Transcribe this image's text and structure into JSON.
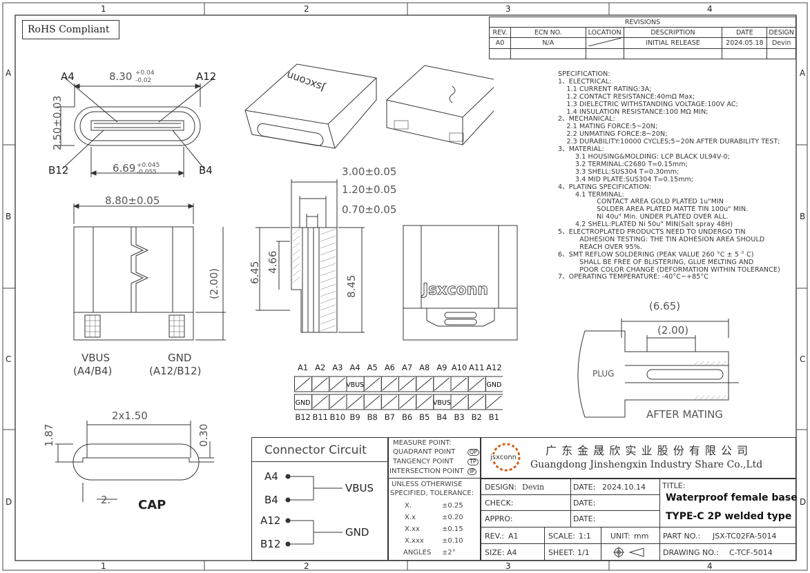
{
  "frame": {
    "columns": [
      "1",
      "2",
      "3",
      "4"
    ],
    "rows": [
      "A",
      "B",
      "C",
      "D"
    ]
  },
  "rohs": "RoHS Compliant",
  "revisions": {
    "title": "REVISIONS",
    "headers": [
      "REV.",
      "ECN NO.",
      "LOCATION",
      "DESCRIPTION",
      "DATE",
      "DESIGN"
    ],
    "rows": [
      [
        "A0",
        "N/A",
        "",
        "INITIAL RELEASE",
        "2024.05.18",
        "Devin"
      ]
    ]
  },
  "spec_lines": [
    "SPECIFICATION:",
    "1、ELECTRICAL:",
    "  1.1 CURRENT RATING:3A;",
    "  1.2 CONTACT RESISTANCE:40mΩ Max;",
    "  1.3 DIELECTRIC WITHSTANDING VOLTAGE:100V AC;",
    "  1.4 INSULATION RESISTANCE:100 MΩ MIN;",
    "2、MECHANICAL:",
    "  2.1 MATING FORCE:5~20N;",
    "  2.2 UNMATING FORCE:8~20N;",
    "  2.3 DURABILITY:10000 CYCLES;5~20N AFTER DURABILITY TEST;",
    "3、MATERIAL:",
    "    3.1 HOUSING&MOLDING: LCP BLACK UL94V-0;",
    "    3.2 TERMINAL:C2680 T=0.15mm;",
    "    3.3 SHELL:SUS304 T=0.30mm;",
    "    3.4 MID PLATE:SUS304 T=0.15mm;",
    "4、PLATING SPECIFICATION:",
    "    4.1 TERMINAL:",
    "         CONTACT AREA GOLD PLATED 1u\"MIN",
    "         SOLDER AREA PLATED MATTE TIN 100u\" MIN.",
    "         Ni 40u\" Min. UNDER PLATED OVER ALL.",
    "    4.2 SHELL:PLATED Ni 50u\" MIN(Salt spray 48H)",
    "5、ELECTROPLATED PRODUCTS NEED TO UNDERGO TIN",
    "     ADHESION TESTING: THE TIN ADHESION AREA SHOULD",
    "     REACH OVER 95%.",
    "6、SMT REFLOW SOLDERING (PEAK VALUE 260 °C ± 5 ° C)",
    "     SHALL BE FREE OF BLISTERING, GLUE MELTING AND",
    "     POOR COLOR CHANGE (DEFORMATION WITHIN TOLERANCE)",
    "7、OPERATING TEMPERATURE: -40°C~+85°C"
  ],
  "dims": {
    "front_width": "8.30",
    "front_width_tol_plus": "+0.04",
    "front_width_tol_minus": "-0.02",
    "front_height": "2.50±0.03",
    "inner_width": "6.69",
    "inner_width_tol_plus": "+0.045",
    "inner_width_tol_minus": "-0.055",
    "front_a4": "A4",
    "front_a12": "A12",
    "front_b12": "B12",
    "front_b4": "B4",
    "side_width": "8.80±0.05",
    "side_height": "(2.00)",
    "sec_d1": "3.00±0.05",
    "sec_d2": "1.20±0.05",
    "sec_d3": "0.70±0.05",
    "sec_h1": "6.45",
    "sec_h2": "4.66",
    "sec_h3": "8.45",
    "mate_d1": "(6.65)",
    "mate_d2": "(2.00)",
    "cap_w": "2x1.50",
    "cap_h": "1.87",
    "cap_t": "0.30",
    "cap_r": "2."
  },
  "pad_labels": {
    "vbus": "VBUS",
    "vbus_pins": "(A4/B4)",
    "gnd": "GND",
    "gnd_pins": "(A12/B12)"
  },
  "brand_mark": "Jsxconn",
  "pinout": {
    "top_pins": [
      "A1",
      "A2",
      "A3",
      "A4",
      "A5",
      "A6",
      "A7",
      "A8",
      "A9",
      "A10",
      "A11",
      "A12"
    ],
    "bottom_pins": [
      "B12",
      "B11",
      "B10",
      "B9",
      "B8",
      "B7",
      "B6",
      "B5",
      "B4",
      "B3",
      "B2",
      "B1"
    ],
    "top_cells": [
      "",
      "",
      "",
      "VBUS",
      "",
      "",
      "",
      "",
      "",
      "",
      "",
      "GND"
    ],
    "bottom_cells": [
      "GND",
      "",
      "",
      "",
      "",
      "",
      "",
      "",
      "VBUS",
      "",
      "",
      ""
    ]
  },
  "mating": {
    "plug": "PLUG",
    "caption": "AFTER MATING"
  },
  "cap_label": "CAP",
  "circuit": {
    "title": "Connector Circuit",
    "a4": "A4",
    "b4": "B4",
    "a12": "A12",
    "b12": "B12",
    "vbus": "VBUS",
    "gnd": "GND"
  },
  "measure": {
    "lines": [
      "MEASURE POINT:",
      "QUADRANT POINT",
      "TANGENCY POINT",
      "INTERSECTION POINT"
    ],
    "badges": [
      "QP",
      "TP",
      "IP"
    ]
  },
  "tolerance": {
    "head1": "UNLESS OTHERWISE",
    "head2": "SPECIFIED, TOLERANCE:",
    "rows": [
      [
        "X.",
        "±0.25"
      ],
      [
        "X.x",
        "±0.20"
      ],
      [
        "X.xx",
        "±0.15"
      ],
      [
        "X.xxx",
        "±0.10"
      ],
      [
        "ANGLES",
        "±2°"
      ]
    ]
  },
  "company": {
    "logo_text": "jsxconn",
    "name_cn": "广 东 金 晟 欣 实 业 股 份 有 限 公 司",
    "name_en": "Guangdong Jinshengxin Industry Share Co.,Ltd"
  },
  "title_block": {
    "design_label": "DESIGN:",
    "design_value": "Devin",
    "date_label": "DATE:",
    "date_value": "2024.10.14",
    "check_label": "CHECK:",
    "check_date_label": "DATE:",
    "appro_label": "APPRO:",
    "appro_date_label": "DATE:",
    "title_label": "TITLE:",
    "title_line1": "Waterproof female base",
    "title_line2": "TYPE-C 2P  welded type",
    "rev_label": "REV.:",
    "rev_value": "A1",
    "scale_label": "SCALE:",
    "scale_value": "1:1",
    "unit_label": "UNIT:",
    "unit_value": "mm",
    "size_label": "SIZE:",
    "size_value": "A4",
    "sheet_label": "SHEET:",
    "sheet_value": "1/1",
    "part_label": "PART NO.:",
    "part_value": "JSX-TC02FA-5014",
    "drawing_label": "DRAWING NO.:",
    "drawing_value": "C-TCF-5014"
  }
}
